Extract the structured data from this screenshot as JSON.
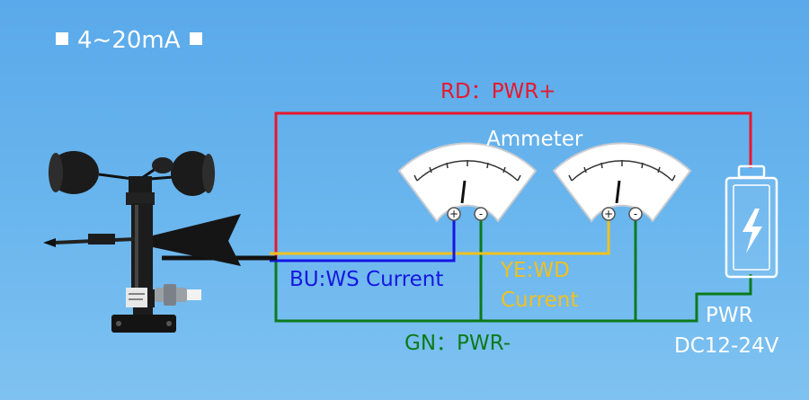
{
  "title": "4~20mA",
  "wires": {
    "red_label": "RD：PWR+",
    "blue_label": "BU:WS Current",
    "yellow_label_line1": "YE:WD",
    "yellow_label_line2": "Current",
    "green_label": "GN：PWR-"
  },
  "ammeter_label": "Ammeter",
  "ammeters": [
    {
      "plus": "+",
      "minus": "-"
    },
    {
      "plus": "+",
      "minus": "-"
    }
  ],
  "power": {
    "line1": "PWR",
    "line2": "DC12-24V"
  },
  "colors": {
    "red": "#e8182c",
    "blue": "#1616e0",
    "yellow": "#f0c020",
    "green": "#0c7a1c",
    "background": "#5aa9ea"
  },
  "icons": [
    "anemometer-wind-sensor-image",
    "battery-lightning-icon",
    "ammeter-gauge-icon"
  ]
}
